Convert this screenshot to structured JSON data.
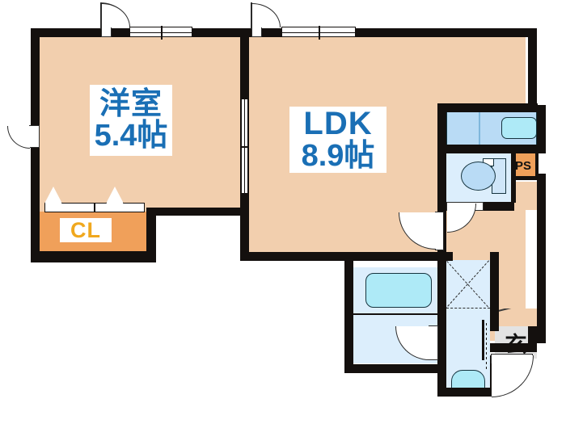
{
  "document": {
    "type": "japanese-apartment-floor-plan",
    "title": "間取り図"
  },
  "rooms": [
    {
      "id": "washitsu",
      "name_line1": "洋室",
      "name_line2": "5.4帖",
      "size_jo": 5.4,
      "label_color": "#1a6fb5",
      "floor_color": "#f2cfae"
    },
    {
      "id": "ldk",
      "name_line1": "LDK",
      "name_line2": "8.9帖",
      "size_jo": 8.9,
      "label_color": "#1a6fb5",
      "floor_color": "#f2cfae"
    }
  ],
  "labels": {
    "closet": "CL",
    "pipe_shaft": "PS",
    "entrance": "玄"
  },
  "fixtures": [
    {
      "name": "kitchen-counter",
      "label": ""
    },
    {
      "name": "kitchen-sink",
      "label": ""
    },
    {
      "name": "toilet",
      "label": ""
    },
    {
      "name": "bathtub",
      "label": ""
    },
    {
      "name": "washbasin",
      "label": ""
    },
    {
      "name": "storage-closet",
      "label": ""
    }
  ],
  "colors": {
    "wall": "#14100e",
    "tatami_floor": "#f2cfae",
    "closet_floor": "#f0a05a",
    "wet_floor": "#dceefc",
    "kitchen_floor": "#b9dbf5",
    "water_fill": "#aeeaf7",
    "genkan_floor": "#e3e3e3",
    "room_label": "#1a6fb5",
    "closet_label": "#f0a81e"
  }
}
